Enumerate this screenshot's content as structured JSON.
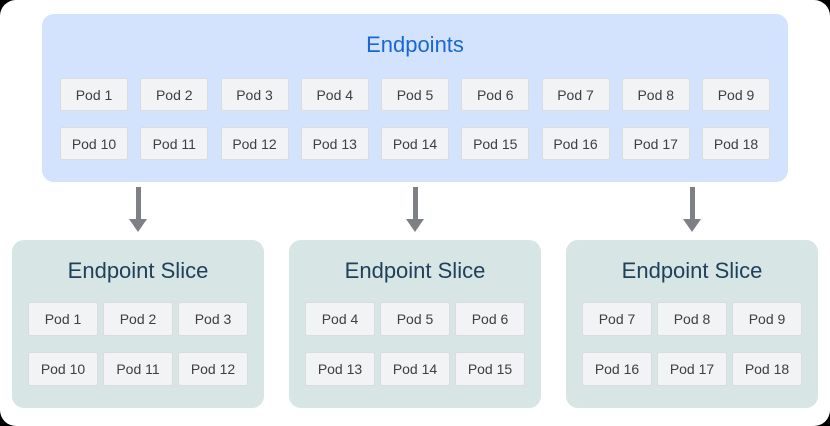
{
  "endpoints": {
    "title": "Endpoints",
    "pods": [
      "Pod 1",
      "Pod 2",
      "Pod 3",
      "Pod 4",
      "Pod 5",
      "Pod 6",
      "Pod 7",
      "Pod 8",
      "Pod 9",
      "Pod 10",
      "Pod 11",
      "Pod 12",
      "Pod 13",
      "Pod 14",
      "Pod 15",
      "Pod 16",
      "Pod 17",
      "Pod 18"
    ]
  },
  "slices": [
    {
      "title": "Endpoint Slice",
      "pods": [
        "Pod 1",
        "Pod 2",
        "Pod 3",
        "Pod 10",
        "Pod 11",
        "Pod 12"
      ]
    },
    {
      "title": "Endpoint Slice",
      "pods": [
        "Pod 4",
        "Pod 5",
        "Pod 6",
        "Pod 13",
        "Pod 14",
        "Pod 15"
      ]
    },
    {
      "title": "Endpoint Slice",
      "pods": [
        "Pod 7",
        "Pod 8",
        "Pod 9",
        "Pod 16",
        "Pod 17",
        "Pod 18"
      ]
    }
  ],
  "colors": {
    "endpoints_box_bg": "#d3e3fd",
    "endpoints_title": "#1967d2",
    "slice_box_bg": "#d7e6e4",
    "slice_title": "#20415b",
    "pod_bg": "#f1f3f4",
    "pod_border": "#dadce0",
    "pod_text": "#3c4043",
    "arrow": "#7d8085"
  }
}
